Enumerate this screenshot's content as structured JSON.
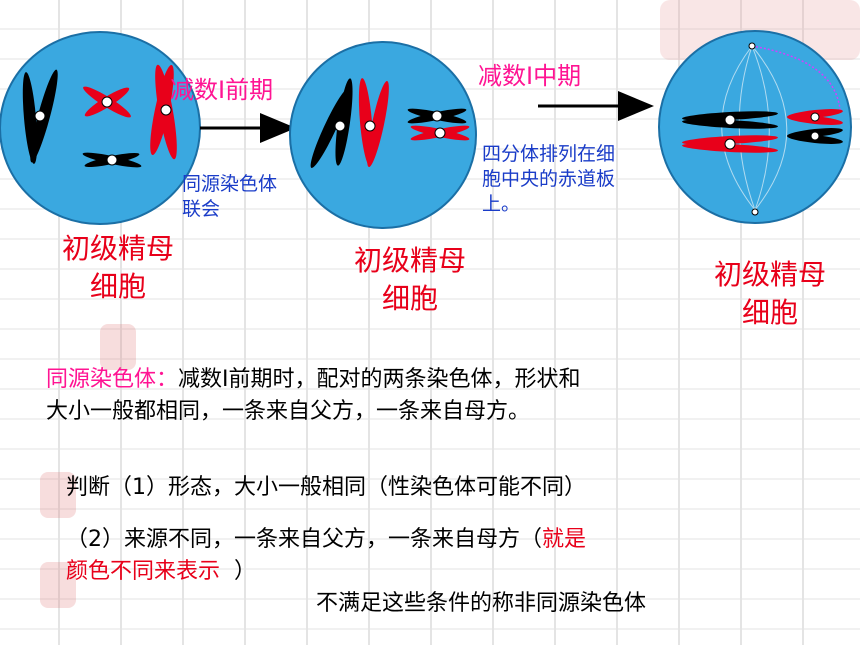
{
  "diagram": {
    "stage1": "减数Ⅰ前期",
    "stage2": "减数Ⅰ中期",
    "note1_line1": "同源染色体",
    "note1_line2": "联会",
    "note2_line1": "四分体排列在细",
    "note2_line2": "胞中央的赤道板",
    "note2_line3": "上。",
    "cell1_line1": "初级精母",
    "cell1_line2": "细胞",
    "cell2_line1": "初级精母",
    "cell2_line2": "细胞",
    "cell3_line1": "初级精母",
    "cell3_line2": "细胞"
  },
  "definition": {
    "term": "同源染色体：",
    "text_line1": "减数Ⅰ前期时，配对的两条染色体，形状和",
    "text_line2": "大小一般都相同，一条来自父方，一条来自母方。"
  },
  "criteria": {
    "item1": "判断（1）形态，大小一般相同（性染色体可能不同）",
    "item2_prefix": "（2）来源不同，一条来自父方，一条来自母方（",
    "item2_red1": "就是",
    "item2_red2": "颜色不同来表示",
    "item2_suffix": "）",
    "conclusion": "不满足这些条件的称非同源染色体"
  },
  "colors": {
    "cell_fill": "#3aa8e0",
    "paternal": "#000000",
    "maternal": "#e8001a",
    "label_red": "#e8001a",
    "stage_magenta": "#ff1493",
    "note_blue": "#1a3cc8"
  }
}
